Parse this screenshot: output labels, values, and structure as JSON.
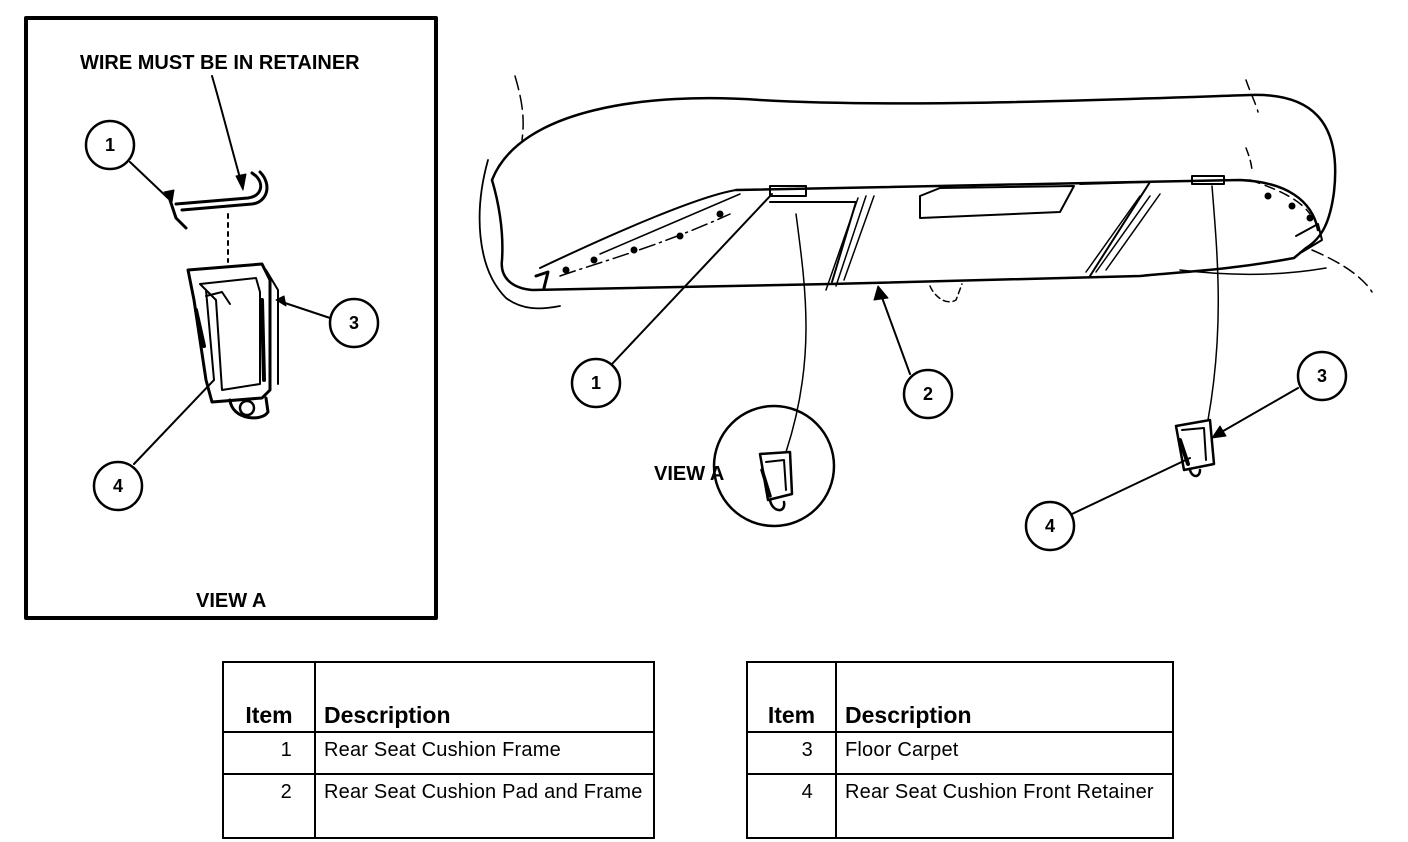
{
  "view_a_panel": {
    "note": "WIRE MUST BE IN RETAINER",
    "caption": "VIEW A",
    "callouts": [
      "1",
      "3",
      "4"
    ]
  },
  "main_view": {
    "detail_label": "VIEW A",
    "callouts": [
      "1",
      "2",
      "3",
      "4"
    ]
  },
  "legend_left": {
    "headers": {
      "item": "Item",
      "description": "Description"
    },
    "rows": [
      {
        "item": "1",
        "description": "Rear Seat Cushion Frame"
      },
      {
        "item": "2",
        "description": "Rear Seat Cushion Pad and Frame"
      }
    ]
  },
  "legend_right": {
    "headers": {
      "item": "Item",
      "description": "Description"
    },
    "rows": [
      {
        "item": "3",
        "description": "Floor Carpet"
      },
      {
        "item": "4",
        "description": "Rear Seat Cushion Front Retainer"
      }
    ]
  }
}
